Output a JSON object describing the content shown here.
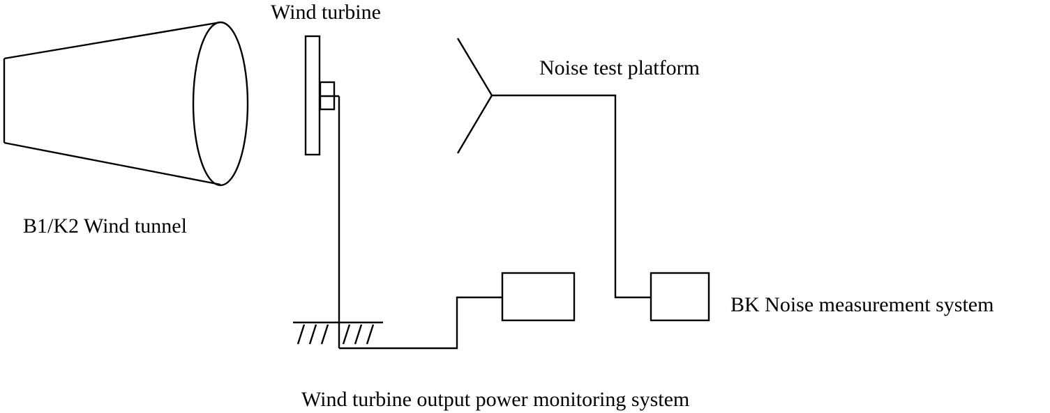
{
  "labels": {
    "wind_turbine": "Wind turbine",
    "noise_test_platform": "Noise test platform",
    "wind_tunnel": "B1/K2 Wind tunnel",
    "bk_noise_system": "BK Noise measurement system",
    "power_monitoring_system": "Wind turbine output power monitoring system"
  },
  "colors": {
    "line": "#000000",
    "background": "#ffffff"
  }
}
